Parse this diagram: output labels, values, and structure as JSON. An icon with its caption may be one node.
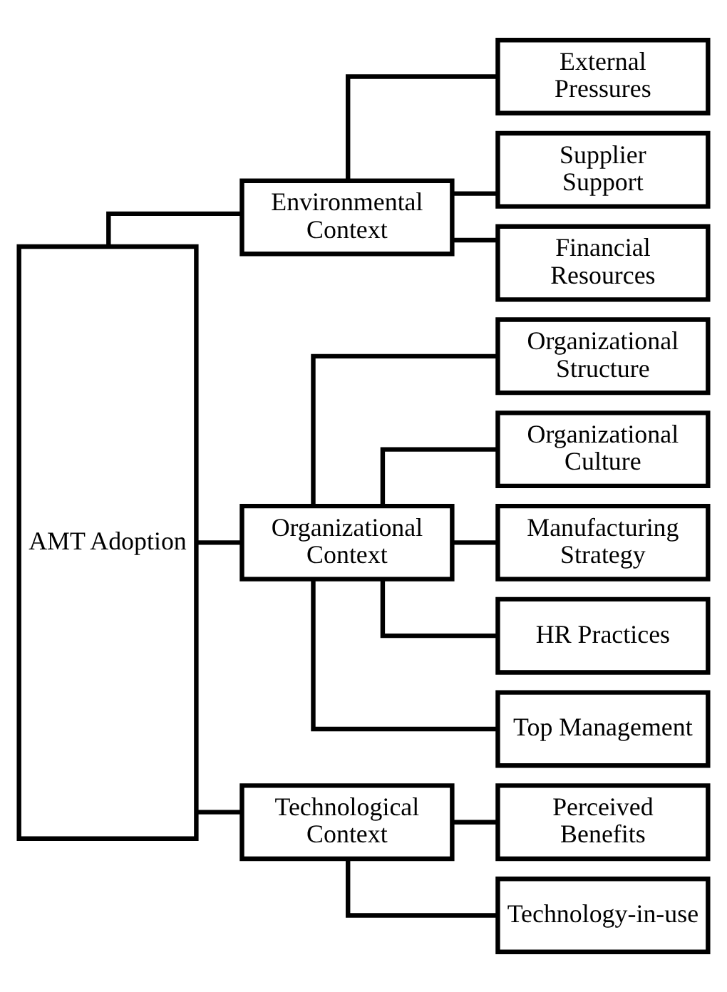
{
  "diagram": {
    "nodes": [
      {
        "text": [
          "AMT Adoption"
        ]
      },
      {
        "text": [
          "Environmental Context"
        ]
      },
      {
        "text": [
          "Organizational Context"
        ]
      },
      {
        "text": [
          "Technological Context"
        ]
      },
      {
        "text": [
          "External Pressures"
        ]
      },
      {
        "text": [
          "Supplier Support"
        ]
      },
      {
        "text": [
          "Financial Resources"
        ]
      },
      {
        "text": [
          "Organizational Structure"
        ]
      },
      {
        "text": [
          "Organizational Culture"
        ]
      },
      {
        "text": [
          "Manufacturing Strategy"
        ]
      },
      {
        "text": [
          "HR Practices"
        ]
      },
      {
        "text": [
          "Top Management"
        ]
      },
      {
        "text": [
          "Perceived Benefits"
        ]
      },
      {
        "text": [
          "Technology-in-use"
        ]
      }
    ],
    "edges": [
      {
        "from": 0,
        "to": 1,
        "arrow": "none"
      },
      {
        "from": 0,
        "to": 2,
        "arrow": "none"
      },
      {
        "from": 0,
        "to": 3,
        "arrow": "none"
      },
      {
        "from": 1,
        "to": 4,
        "arrow": "none"
      },
      {
        "from": 1,
        "to": 5,
        "arrow": "none"
      },
      {
        "from": 1,
        "to": 6,
        "arrow": "none"
      },
      {
        "from": 2,
        "to": 7,
        "arrow": "none"
      },
      {
        "from": 2,
        "to": 8,
        "arrow": "none"
      },
      {
        "from": 2,
        "to": 9,
        "arrow": "none"
      },
      {
        "from": 2,
        "to": 10,
        "arrow": "none"
      },
      {
        "from": 2,
        "to": 11,
        "arrow": "none"
      },
      {
        "from": 3,
        "to": 12,
        "arrow": "none"
      },
      {
        "from": 3,
        "to": 13,
        "arrow": "none"
      }
    ]
  }
}
